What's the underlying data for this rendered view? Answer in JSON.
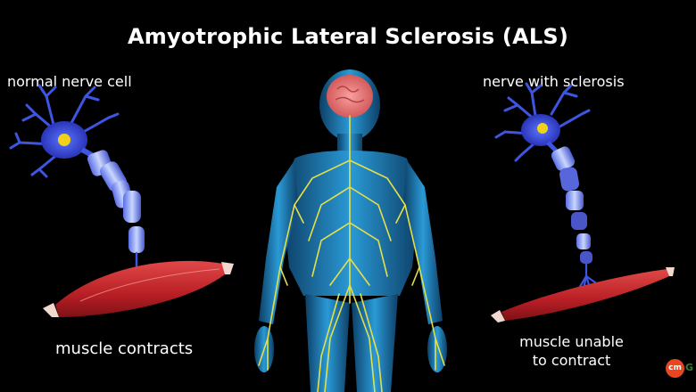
{
  "title": "Amyotrophic Lateral Sclerosis (ALS)",
  "left_panel": {
    "label": "normal nerve cell",
    "caption": "muscle contracts"
  },
  "right_panel": {
    "label": "nerve with sclerosis",
    "caption": "muscle unable to contract"
  },
  "logo": {
    "text": "cm",
    "tail": "G"
  },
  "colors": {
    "background": "#000000",
    "neuron": "#3a4fd8",
    "nucleus": "#f2d11a",
    "muscle": "#c42a2a",
    "nerves": "#e3e04a",
    "body": "#1e7fb6"
  }
}
